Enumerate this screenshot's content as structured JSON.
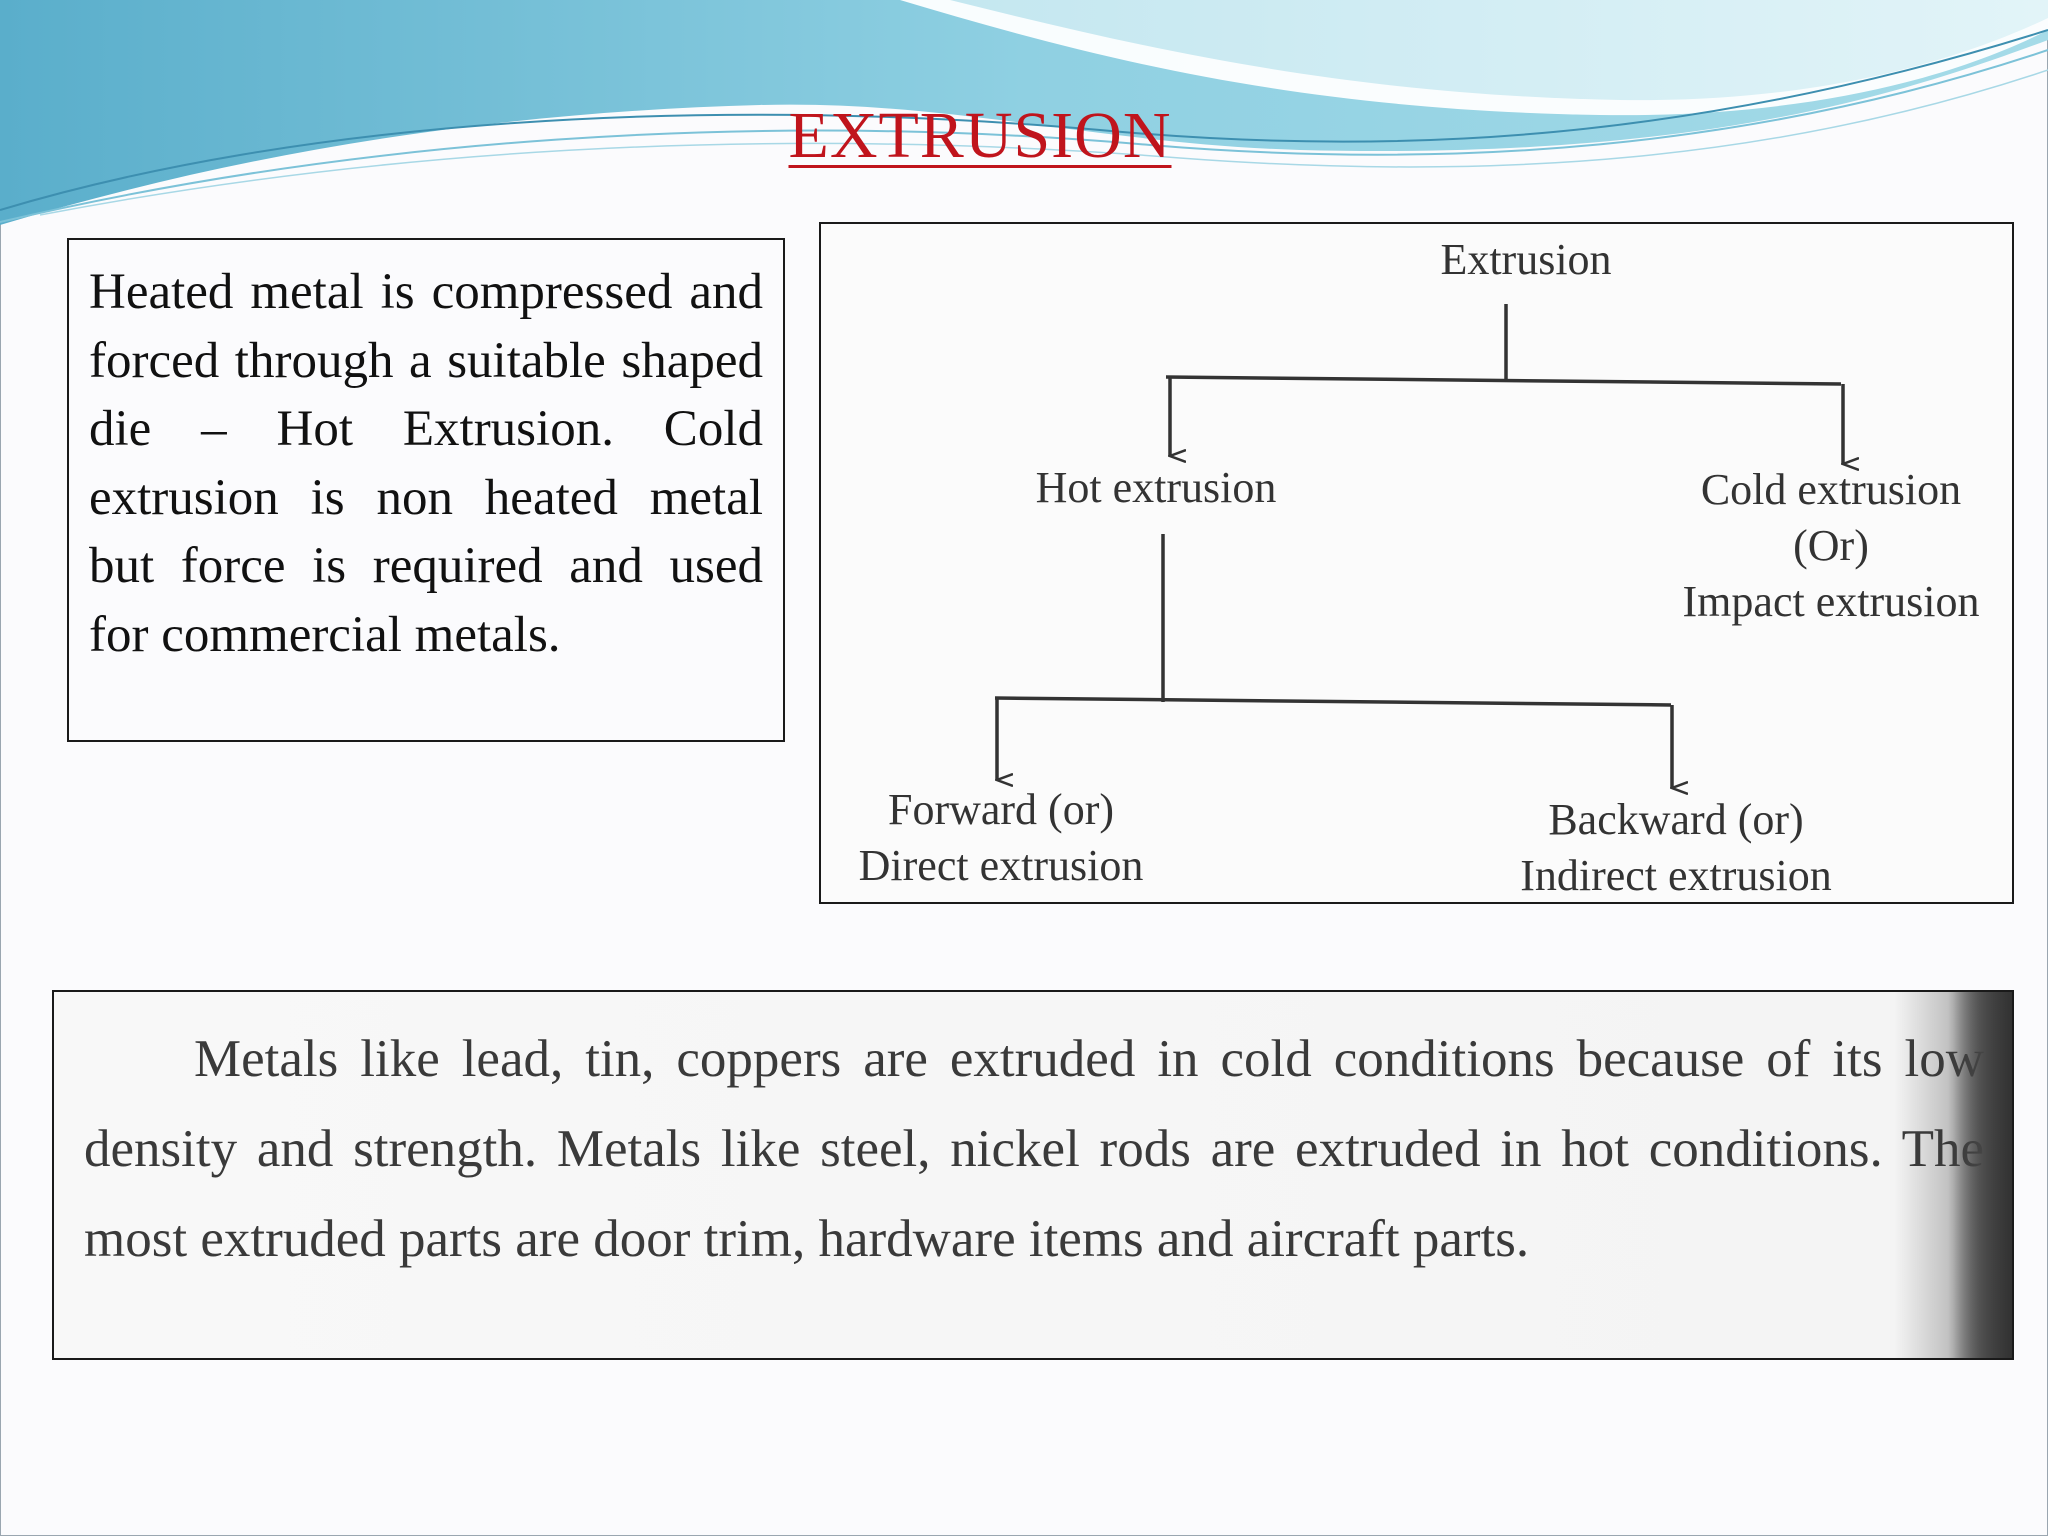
{
  "slide": {
    "title": "EXTRUSION",
    "definition": "Heated metal is compressed and forced through a suitable shaped die – Hot Extrusion. Cold extrusion is non heated metal but force is required and used for commercial metals.",
    "diagram": {
      "root": "Extrusion",
      "hot": "Hot extrusion",
      "cold_line1": "Cold extrusion",
      "cold_line2": "(Or)",
      "cold_line3": "Impact extrusion",
      "forward_line1": "Forward (or)",
      "forward_line2": "Direct extrusion",
      "backward_line1": "Backward (or)",
      "backward_line2": "Indirect extrusion"
    },
    "note": "Metals like lead, tin, coppers are extruded in cold conditions because of its low density and strength. Metals like steel, nickel rods are extruded in hot conditions. The most extruded parts are door trim, hardware items and aircraft parts."
  },
  "colors": {
    "title": "#c0141c",
    "wave_dark": "#6cb8d0",
    "wave_light": "#bde6ef"
  }
}
